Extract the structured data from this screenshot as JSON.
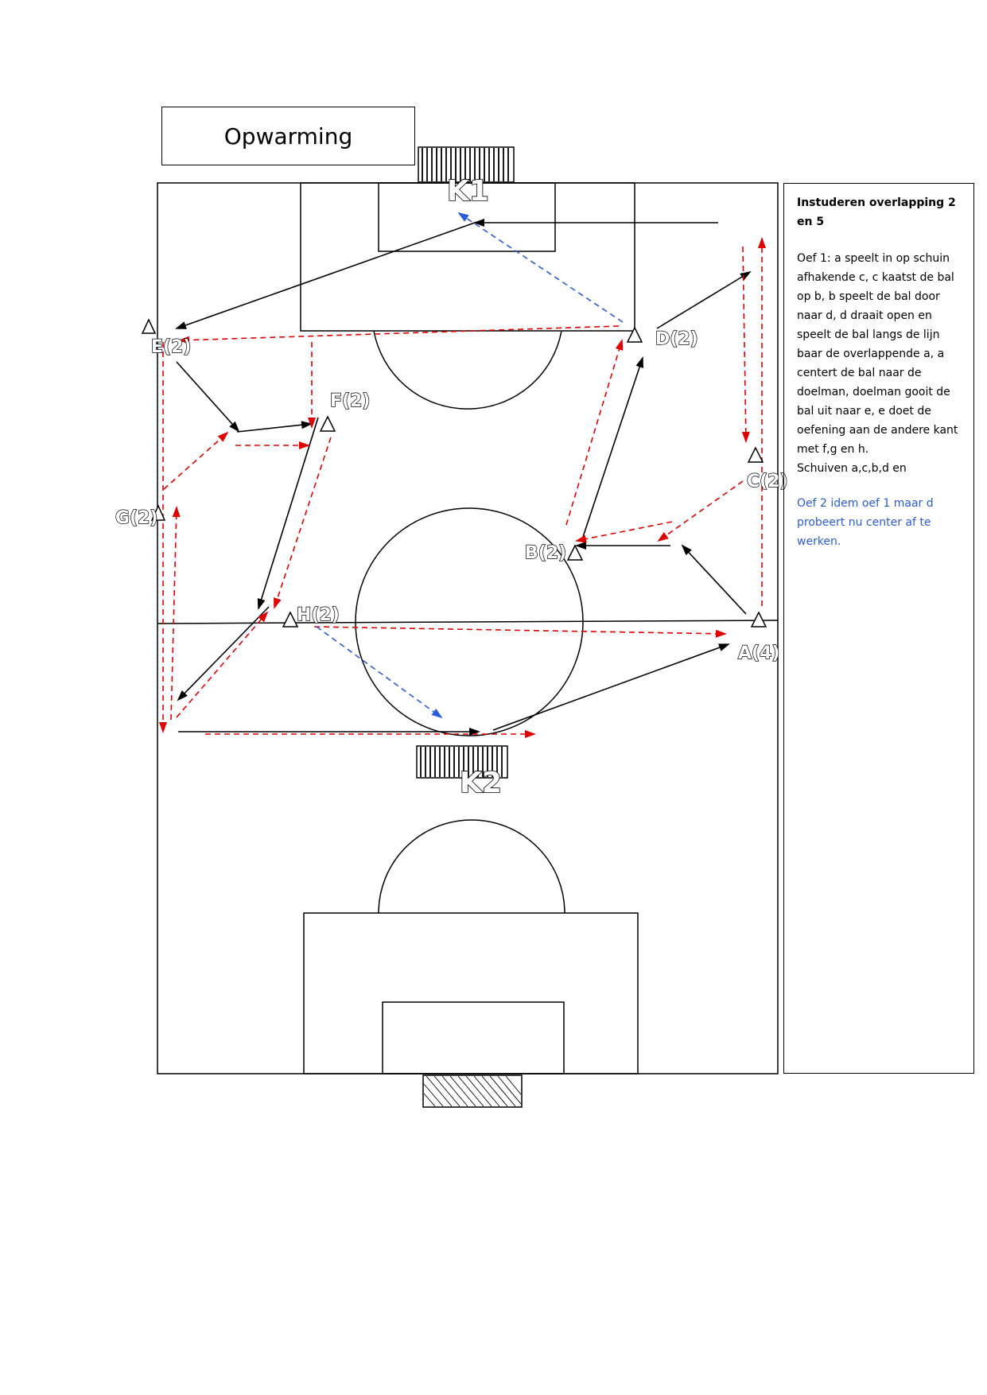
{
  "title": "Opwarming",
  "panel": {
    "heading": "Instuderen overlapping 2 en 5",
    "oef1": "Oef 1:  a speelt in op schuin afhakende c, c kaatst de bal op b, b speelt de bal door naar d, d draait open en speelt de bal langs de lijn baar de overlappende a, a centert de bal naar de doelman, doelman gooit de bal uit naar e, e doet de oefening aan de andere kant met f,g en h.",
    "schuiven": "Schuiven a,c,b,d en",
    "oef2": "Oef 2 idem oef 1 maar d probeert nu center af te werken."
  },
  "goalkeepers": {
    "k1": "K1",
    "k2": "K2"
  },
  "players": {
    "a": "A(4)",
    "b": "B(2)",
    "c": "C(2)",
    "d": "D(2)",
    "e": "E(2)",
    "f": "F(2)",
    "g": "G(2)",
    "h": "H(2)"
  },
  "colors": {
    "pass": "#000000",
    "run": "#e00000",
    "oef2": "#2b5bd8"
  },
  "icons": {
    "player": "triangle-icon",
    "goal": "goal-icon",
    "arrow": "arrowhead-icon"
  }
}
